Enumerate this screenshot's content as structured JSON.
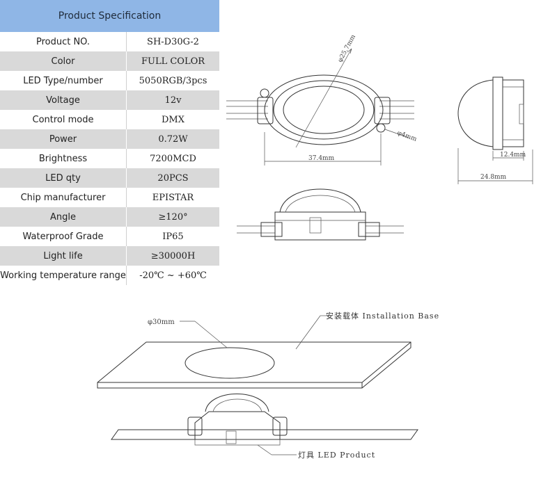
{
  "spec_table": {
    "title": "Product Specification",
    "rows": [
      {
        "label": "Product NO.",
        "value": "SH-D30G-2"
      },
      {
        "label": "Color",
        "value": "FULL COLOR"
      },
      {
        "label": "LED Type/number",
        "value": "5050RGB/3pcs"
      },
      {
        "label": "Voltage",
        "value": "12v"
      },
      {
        "label": "Control mode",
        "value": "DMX"
      },
      {
        "label": "Power",
        "value": "0.72W"
      },
      {
        "label": "Brightness",
        "value": "7200MCD"
      },
      {
        "label": "LED qty",
        "value": "20PCS"
      },
      {
        "label": "Chip manufacturer",
        "value": "EPISTAR"
      },
      {
        "label": "Angle",
        "value": "≥120°"
      },
      {
        "label": "Waterproof Grade",
        "value": "IP65"
      },
      {
        "label": "Light life",
        "value": "≥30000H"
      },
      {
        "label": "Working temperature range",
        "value": "-20℃ ~ +60℃"
      }
    ]
  },
  "top_view": {
    "diameter_label": "φ25.7mm",
    "hole_label": "φ4mm",
    "width_label": "37.4mm"
  },
  "side_view": {
    "depth_label": "12.4mm",
    "height_label": "24.8mm"
  },
  "installation": {
    "hole_label": "φ30mm",
    "base_label": "安装载体 Installation Base",
    "product_label": "灯具 LED Product"
  }
}
